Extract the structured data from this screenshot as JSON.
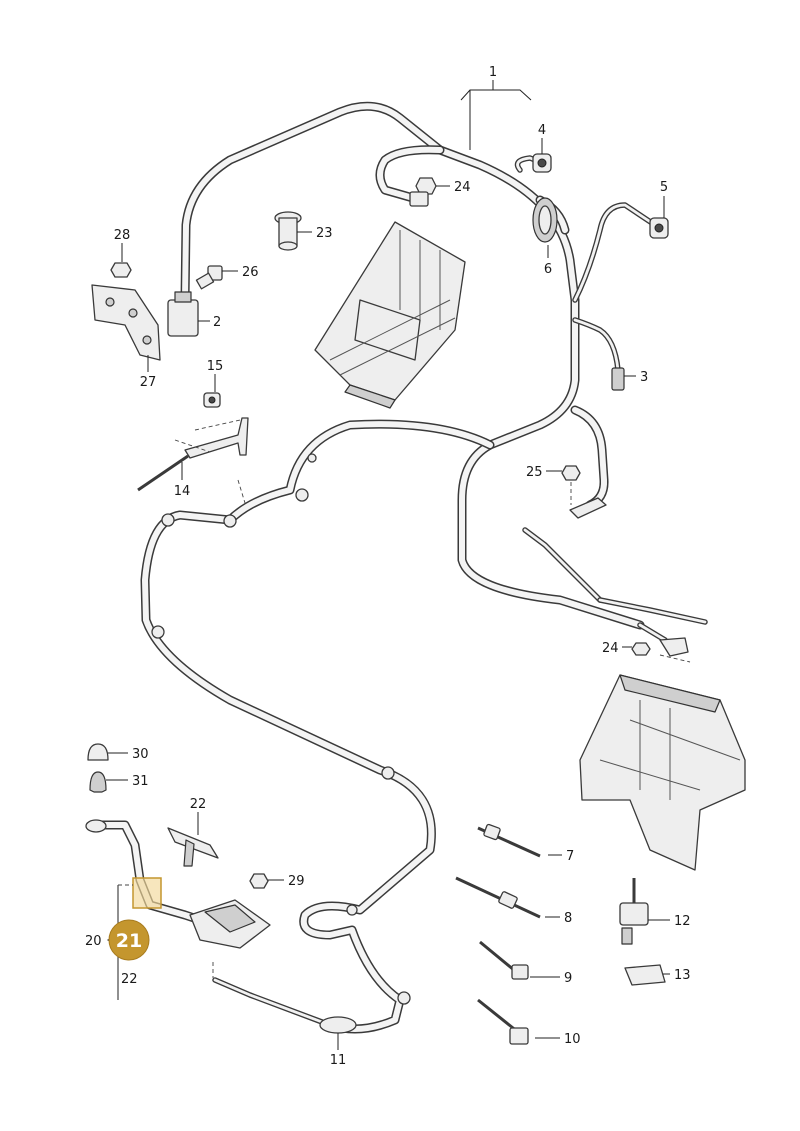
{
  "diagram": {
    "callouts": {
      "c1": "1",
      "c2": "2",
      "c3": "3",
      "c4": "4",
      "c5": "5",
      "c6": "6",
      "c7": "7",
      "c8": "8",
      "c9": "9",
      "c10": "10",
      "c11": "11",
      "c12": "12",
      "c13": "13",
      "c14": "14",
      "c15": "15",
      "c20": "20",
      "c21": "21",
      "c22a": "22",
      "c22b": "22",
      "c23": "23",
      "c24a": "24",
      "c24b": "24",
      "c25": "25",
      "c26": "26",
      "c27": "27",
      "c28": "28",
      "c29": "29",
      "c30": "30",
      "c31": "31"
    },
    "highlight_color": "#c4962e",
    "highlight_box_color": "#f2d89a"
  }
}
